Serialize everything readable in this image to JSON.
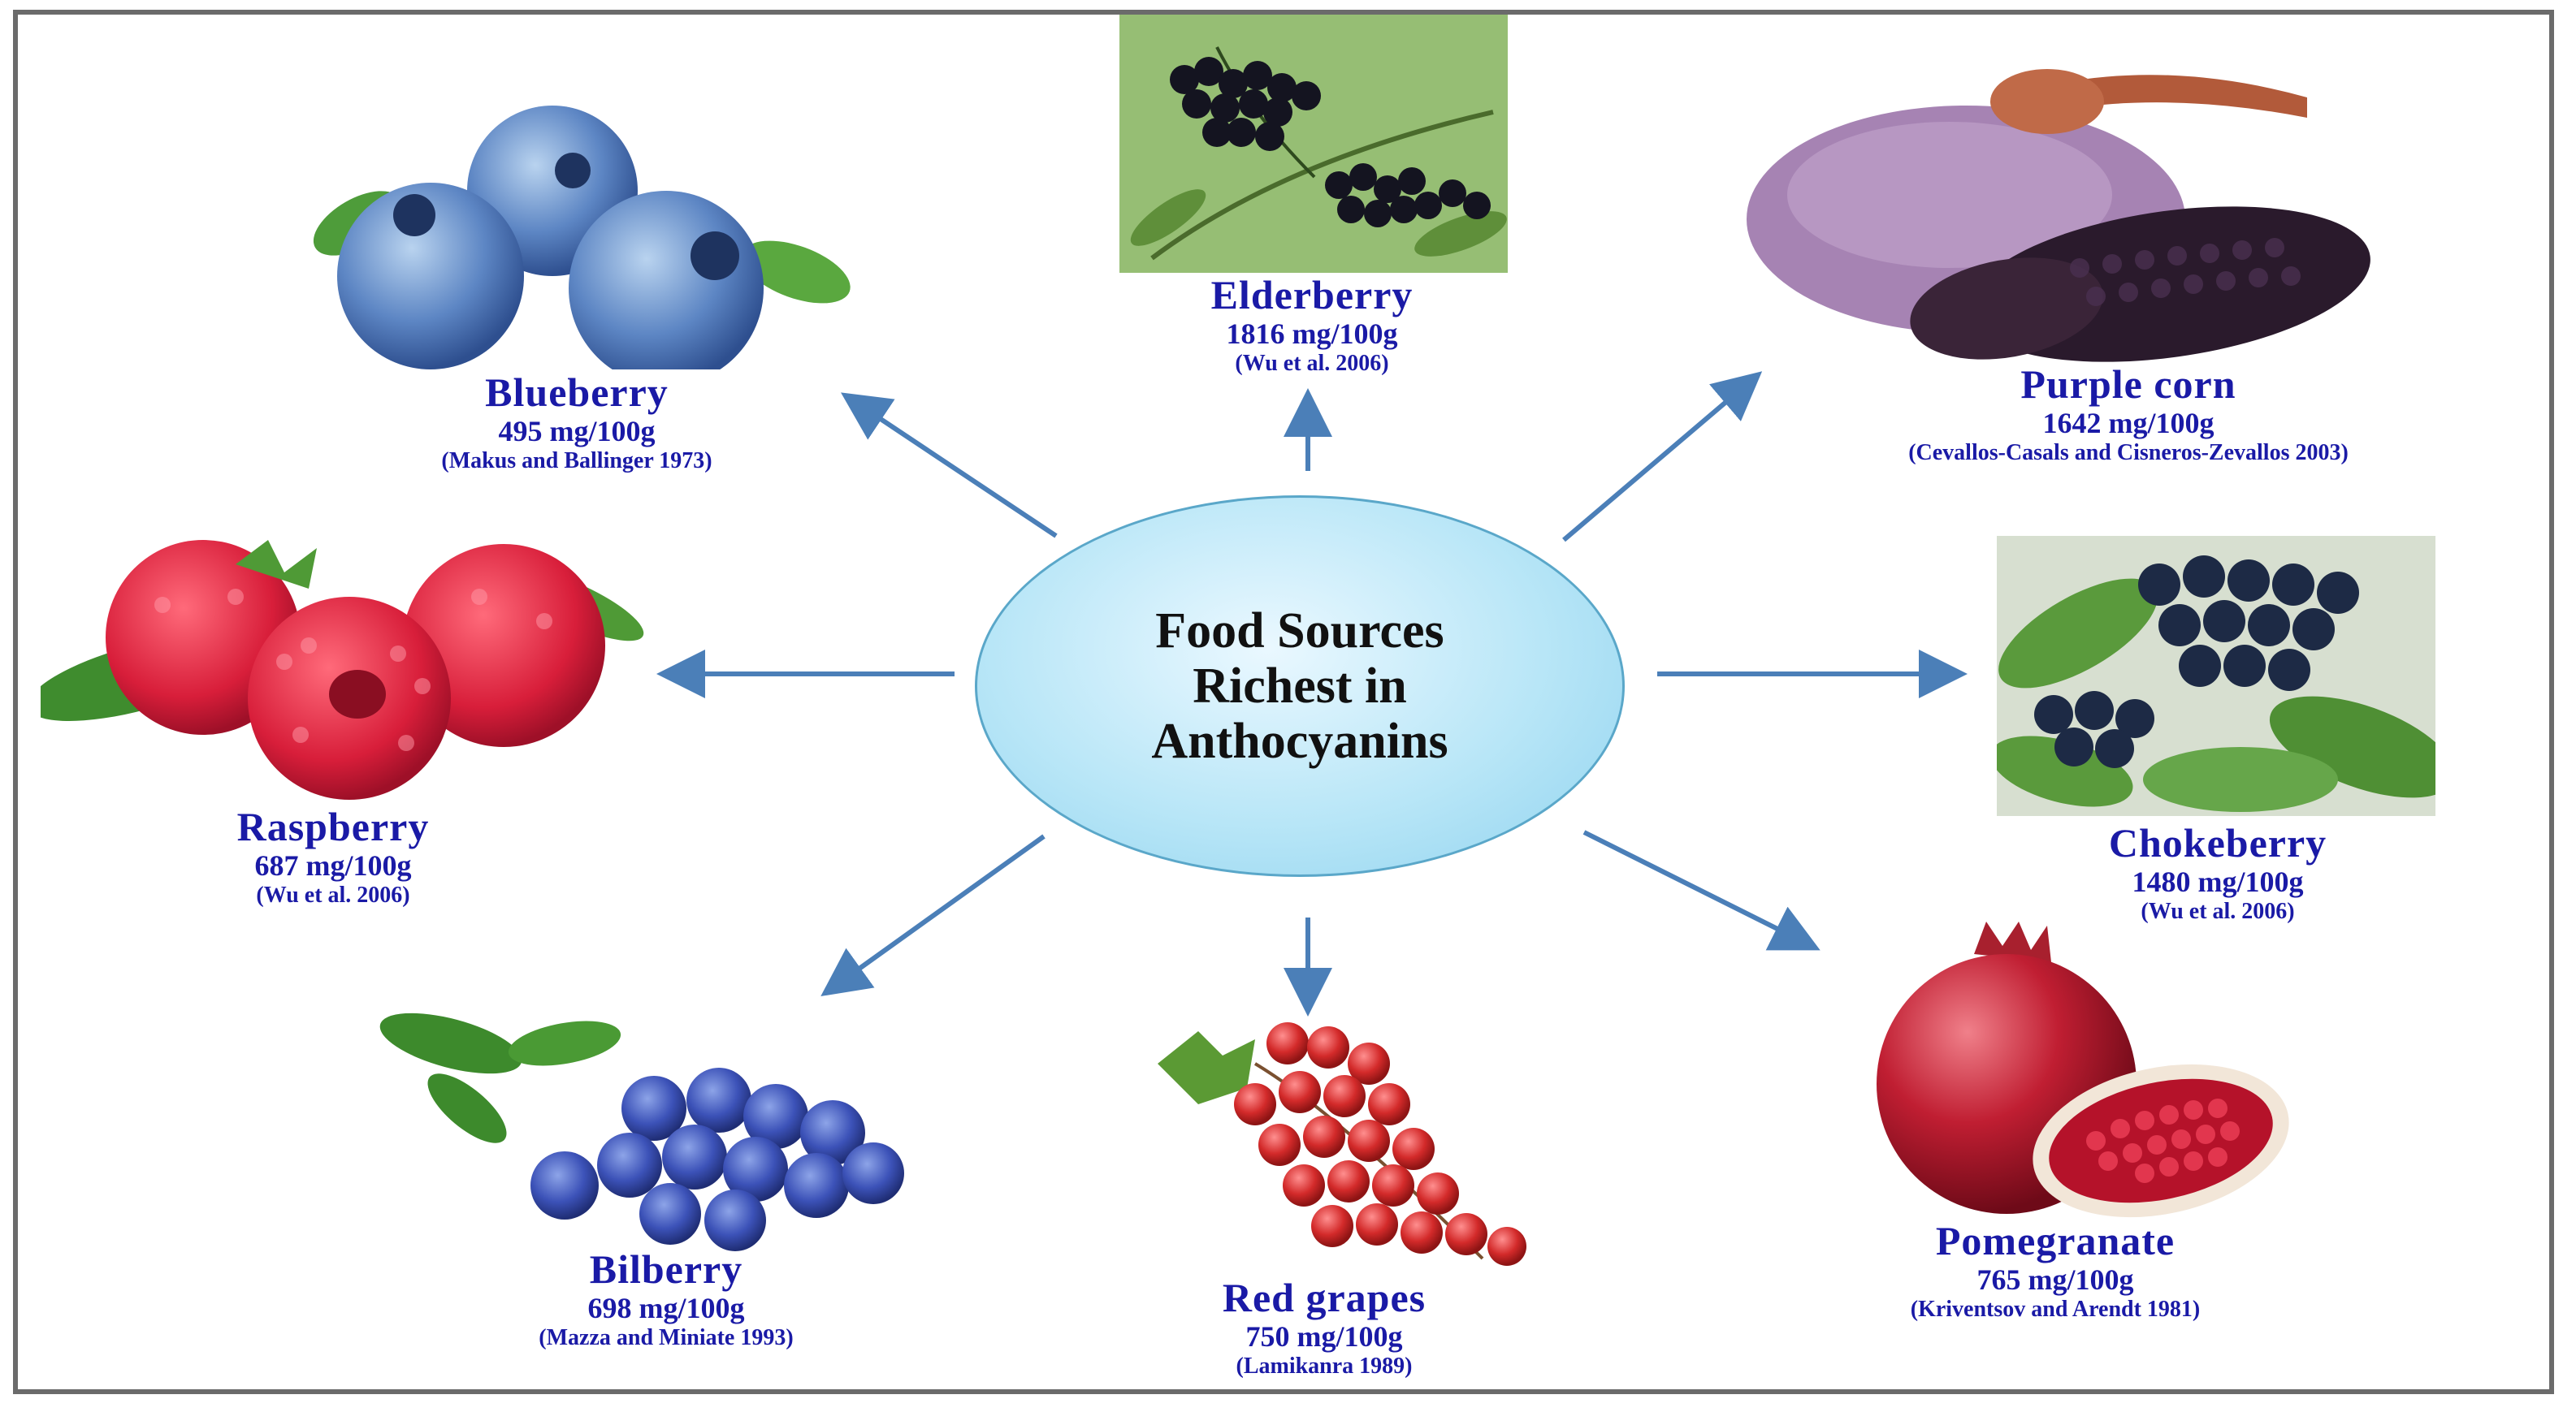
{
  "hub": {
    "title": "Food Sources\nRichest in\nAnthocyanins"
  },
  "colors": {
    "label": "#1a1aa6",
    "arrow": "#4b7fb8",
    "hub_fill": "#b8e6f7"
  },
  "foods": [
    {
      "id": "blueberry",
      "name": "Blueberry",
      "value": "495 mg/100g",
      "reference": "(Makus and Ballinger 1973)",
      "icon": "blueberry-image"
    },
    {
      "id": "elderberry",
      "name": "Elderberry",
      "value": "1816 mg/100g",
      "reference": "(Wu et al. 2006)",
      "icon": "elderberry-image"
    },
    {
      "id": "purple-corn",
      "name": "Purple corn",
      "value": "1642 mg/100g",
      "reference": "(Cevallos-Casals and Cisneros-Zevallos 2003)",
      "icon": "purple-corn-image"
    },
    {
      "id": "raspberry",
      "name": "Raspberry",
      "value": "687 mg/100g",
      "reference": "(Wu et al. 2006)",
      "icon": "raspberry-image"
    },
    {
      "id": "chokeberry",
      "name": "Chokeberry",
      "value": "1480 mg/100g",
      "reference": "(Wu et al. 2006)",
      "icon": "chokeberry-image"
    },
    {
      "id": "bilberry",
      "name": "Bilberry",
      "value": "698 mg/100g",
      "reference": "(Mazza and Miniate 1993)",
      "icon": "bilberry-image"
    },
    {
      "id": "red-grapes",
      "name": "Red grapes",
      "value": "750 mg/100g",
      "reference": "(Lamikanra 1989)",
      "icon": "red-grapes-image"
    },
    {
      "id": "pomegranate",
      "name": "Pomegranate",
      "value": "765 mg/100g",
      "reference": "(Kriventsov and Arendt 1981)",
      "icon": "pomegranate-image"
    }
  ]
}
